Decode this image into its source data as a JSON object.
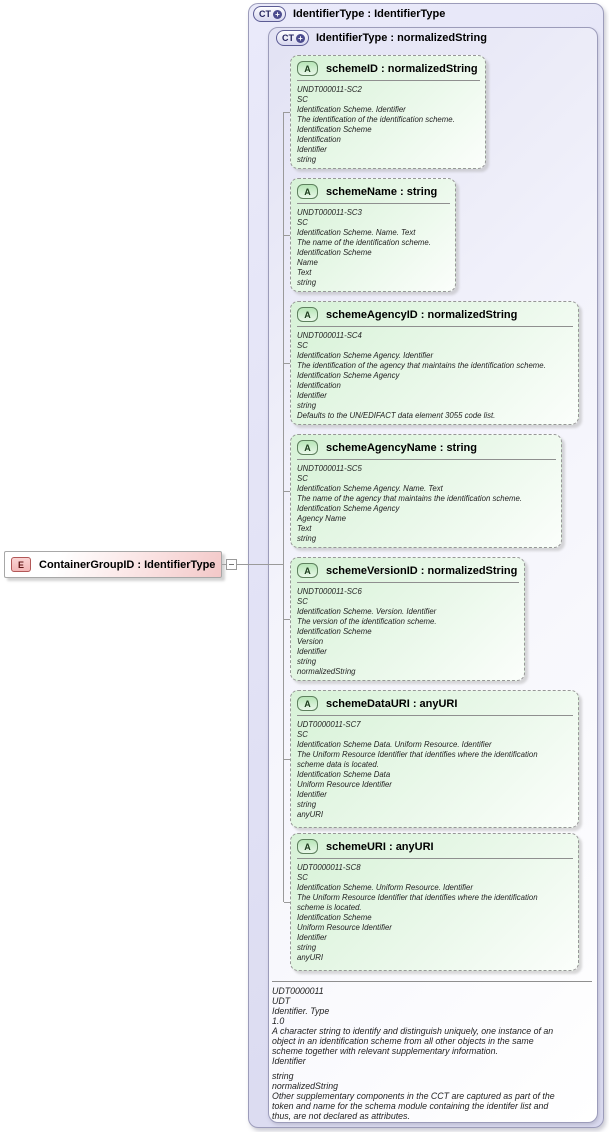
{
  "diagram": {
    "colors": {
      "attribute_fill": "#d7f2d7",
      "complex_type_fill": "#e2e2f4",
      "element_fill": "#f3c8c8",
      "connector": "#9a9a9a"
    },
    "badges": {
      "complex_type_label": "CT",
      "complex_type_plus": "+",
      "attribute_label": "A",
      "element_label": "E"
    },
    "element": {
      "title": "ContainerGroupID : IdentifierType"
    },
    "outer_type": {
      "title": "IdentifierType : IdentifierType"
    },
    "inner_type": {
      "title": "IdentifierType : normalizedString"
    },
    "attributes": [
      {
        "title": "schemeID : normalizedString",
        "lines": [
          "UNDT000011-SC2",
          "SC",
          "Identification Scheme. Identifier",
          "The identification of the identification scheme.",
          "Identification Scheme",
          "Identification",
          "Identifier",
          "string"
        ]
      },
      {
        "title": "schemeName : string",
        "lines": [
          "UNDT000011-SC3",
          "SC",
          "Identification Scheme. Name. Text",
          "The name of the identification scheme.",
          "Identification Scheme",
          "Name",
          "Text",
          "string"
        ]
      },
      {
        "title": "schemeAgencyID : normalizedString",
        "lines": [
          "UNDT000011-SC4",
          "SC",
          "Identification Scheme Agency. Identifier",
          "The identification of the agency that maintains the identification scheme.",
          "Identification Scheme Agency",
          "Identification",
          "Identifier",
          "string",
          "Defaults to the UN/EDIFACT data element 3055 code list."
        ]
      },
      {
        "title": "schemeAgencyName : string",
        "lines": [
          "UNDT000011-SC5",
          "SC",
          "Identification Scheme Agency. Name. Text",
          "The name of the agency that maintains the identification scheme.",
          "Identification Scheme Agency",
          "Agency Name",
          "Text",
          "string"
        ]
      },
      {
        "title": "schemeVersionID : normalizedString",
        "lines": [
          "UNDT000011-SC6",
          "SC",
          "Identification Scheme. Version. Identifier",
          "The version of the identification scheme.",
          "Identification Scheme",
          "Version",
          "Identifier",
          "string",
          "normalizedString"
        ]
      },
      {
        "title": "schemeDataURI : anyURI",
        "lines": [
          "UDT0000011-SC7",
          "SC",
          "Identification Scheme Data. Uniform Resource. Identifier",
          "The Uniform Resource Identifier that identifies where the identification",
          "scheme data is located.",
          "Identification Scheme Data",
          "Uniform Resource Identifier",
          "Identifier",
          "string",
          "anyURI"
        ]
      },
      {
        "title": "schemeURI : anyURI",
        "lines": [
          "UDT0000011-SC8",
          "SC",
          "Identification Scheme. Uniform Resource. Identifier",
          "The Uniform Resource Identifier that identifies where the identification",
          "scheme is located.",
          "Identification Scheme",
          "Uniform Resource Identifier",
          "Identifier",
          "string",
          "anyURI"
        ]
      }
    ],
    "documentation": {
      "lines": [
        "UDT0000011",
        "UDT",
        "Identifier. Type",
        "1.0",
        "A character string to identify and distinguish uniquely, one instance of an",
        "object in an identification scheme from all other objects in the same",
        "scheme together with relevant supplementary information.",
        "Identifier",
        "",
        "string",
        "normalizedString",
        "Other supplementary components in the CCT are captured as part of the",
        "token and name for the schema module containing the identifer list and",
        "thus, are not declared as attributes."
      ]
    }
  }
}
